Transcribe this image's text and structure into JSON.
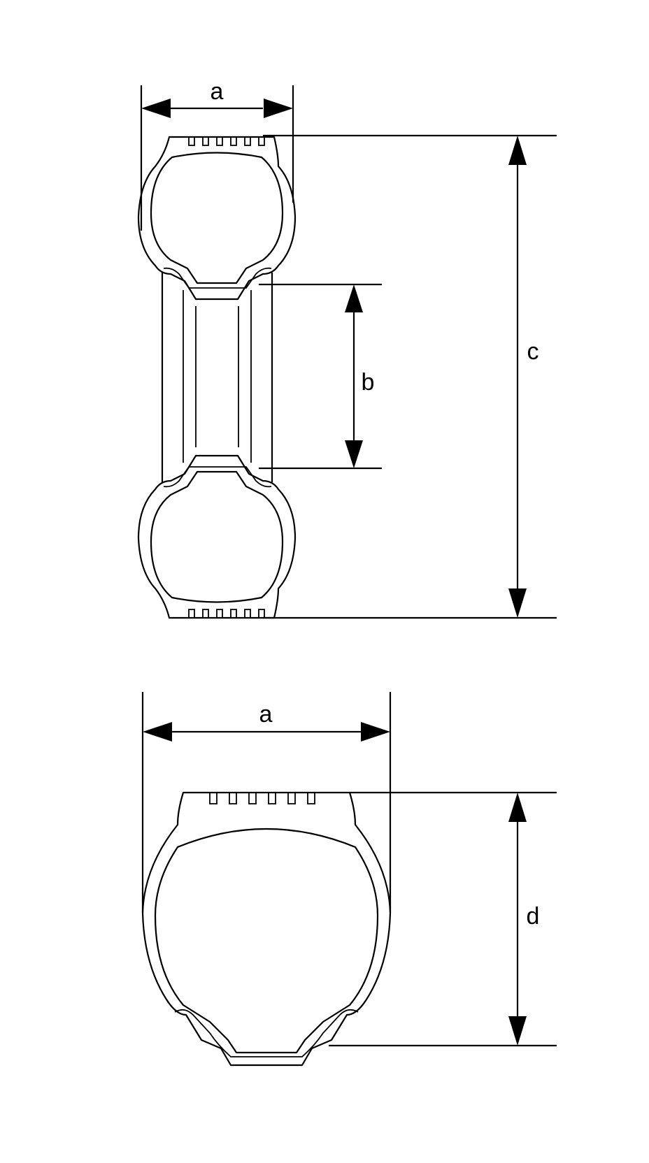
{
  "labels": {
    "width_top": "a",
    "rim_diameter": "b",
    "overall_diameter": "c",
    "width_bottom": "a",
    "section_height": "d"
  }
}
